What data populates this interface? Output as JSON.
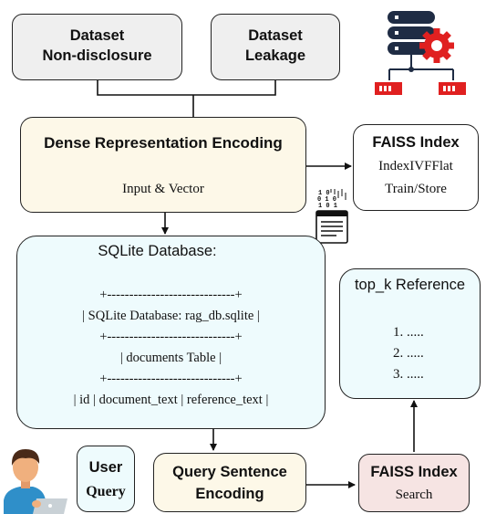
{
  "dataset_nondisclosure": {
    "line1": "Dataset",
    "line2": "Non-disclosure"
  },
  "dataset_leakage": {
    "line1": "Dataset",
    "line2": "Leakage"
  },
  "dense_encoding": {
    "title": "Dense Representation Encoding",
    "subtitle": "Input & Vector"
  },
  "faiss_index_top": {
    "title": "FAISS Index",
    "line1": "IndexIVFFlat",
    "line2": "Train/Store"
  },
  "sqlite": {
    "title": "SQLite Database:",
    "rows": [
      "+-----------------------------+",
      "| SQLite Database: rag_db.sqlite |",
      "+-----------------------------+",
      "| documents Table |",
      "+-----------------------------+",
      "| id | document_text | reference_text |"
    ]
  },
  "top_k": {
    "title": "top_k Reference",
    "items": [
      "1. .....",
      "2. .....",
      "3. ....."
    ]
  },
  "user_query": {
    "line1": "User",
    "line2": "Query"
  },
  "query_encoding": {
    "line1": "Query Sentence",
    "line2": "Encoding"
  },
  "faiss_index_search": {
    "title": "FAISS Index",
    "subtitle": "Search"
  },
  "colors": {
    "cream": "#fdf8e8",
    "blueish": "#eefbfd",
    "pink": "#f6e4e3",
    "gray": "#efefef",
    "red": "#e02020",
    "navy": "#1f2c44"
  }
}
